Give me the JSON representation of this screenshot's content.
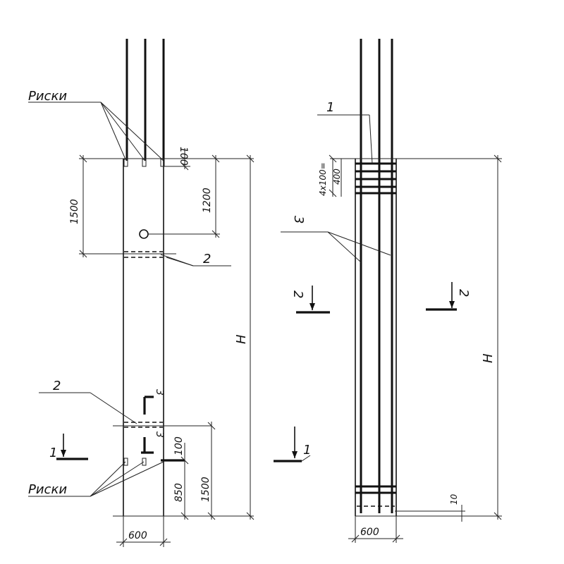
{
  "labels": {
    "riski_top": "Риски",
    "riski_bottom": "Риски",
    "pos1_right": "1",
    "pos2_left_top": "2",
    "pos2_left_bottom": "2",
    "pos3_right": "3",
    "section_1_left": "1",
    "section_1_right": "1",
    "section_2_left": "2",
    "section_2_right": "2",
    "section_3_upper": "3",
    "section_3_lower": "3",
    "height_left": "H",
    "height_right": "H"
  },
  "dimensions": {
    "top_100": "100",
    "top_1500": "1500",
    "top_1200": "1200",
    "bottom_100": "100",
    "bottom_850": "850",
    "bottom_1500": "1500",
    "width_left": "600",
    "width_right": "600",
    "stirrups": "4x100=",
    "stirrups_400": "400",
    "cover_10": "10"
  }
}
